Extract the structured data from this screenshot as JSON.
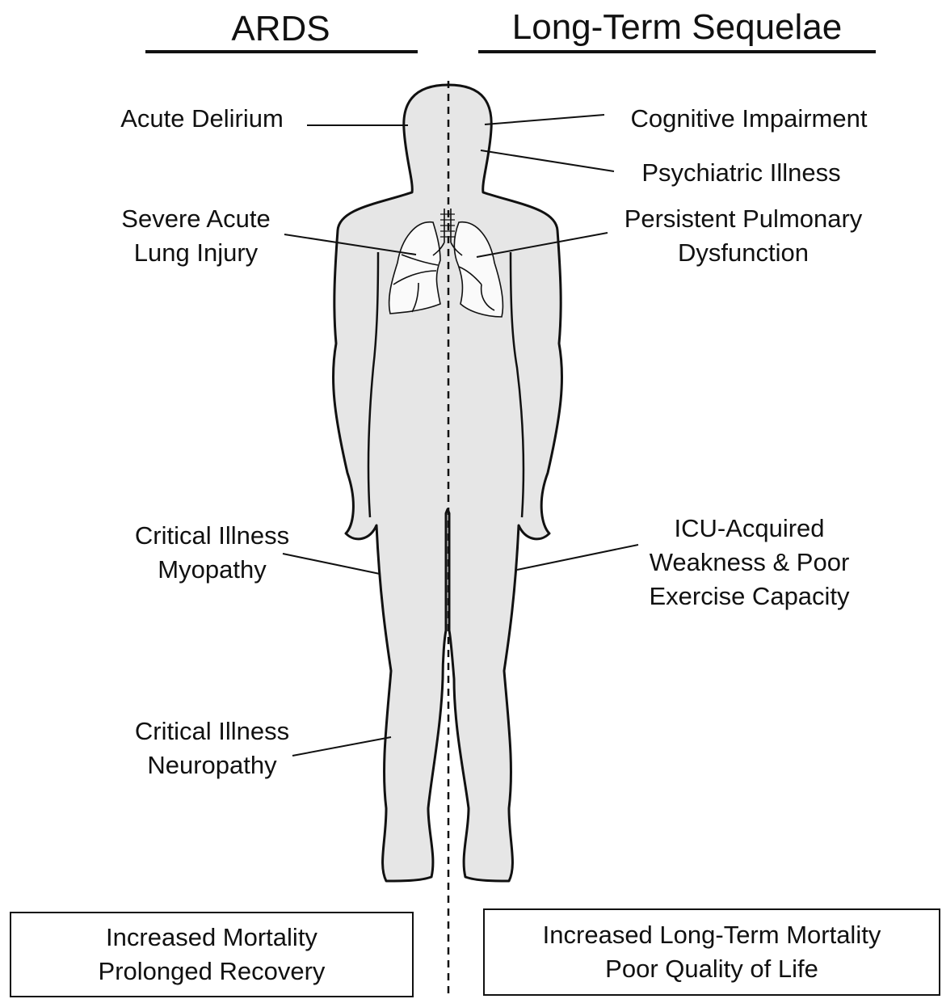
{
  "headings": {
    "left": "ARDS",
    "right": "Long-Term Sequelae"
  },
  "ards_labels": {
    "delirium": [
      "Acute Delirium"
    ],
    "lung": [
      "Severe Acute",
      "Lung Injury"
    ],
    "myopathy": [
      "Critical Illness",
      "Myopathy"
    ],
    "neuropathy": [
      "Critical Illness",
      "Neuropathy"
    ]
  },
  "sequelae_labels": {
    "cognitive": [
      "Cognitive Impairment"
    ],
    "psychiatric": [
      "Psychiatric Illness"
    ],
    "pulmonary": [
      "Persistent Pulmonary",
      "Dysfunction"
    ],
    "weakness": [
      "ICU-Acquired",
      "Weakness & Poor",
      "Exercise Capacity"
    ]
  },
  "outcome_boxes": {
    "left": [
      "Increased Mortality",
      "Prolonged Recovery"
    ],
    "right": [
      "Increased Long-Term Mortality",
      "Poor Quality of Life"
    ]
  },
  "colors": {
    "body_fill": "#e6e6e6",
    "lung_fill": "#fafafa",
    "stroke": "#111111"
  }
}
